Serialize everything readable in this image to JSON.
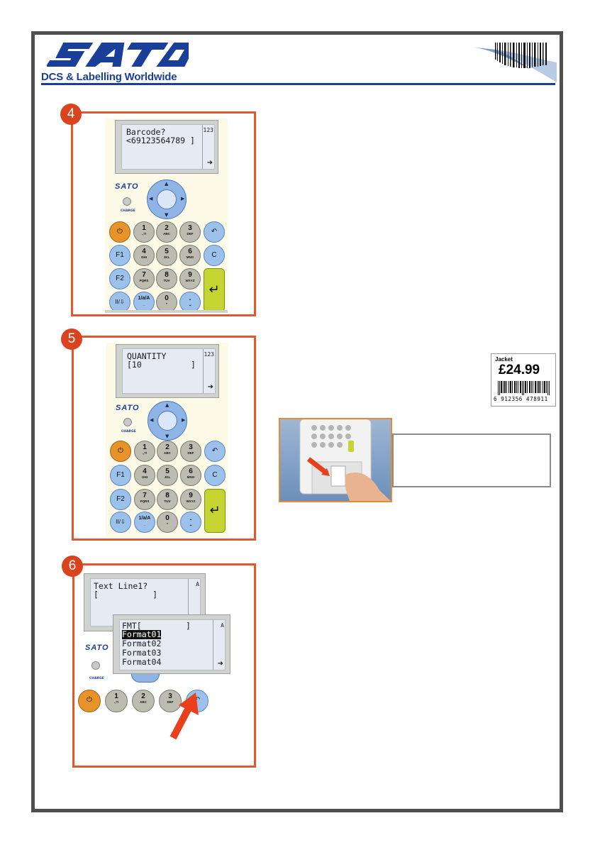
{
  "header": {
    "brand": "SATO",
    "tagline": "DCS & Labelling Worldwide"
  },
  "colors": {
    "brand_blue": "#1a3f99",
    "step_orange": "#e2572e",
    "frame_gray": "#505050"
  },
  "steps": [
    {
      "number": "4",
      "screen": {
        "line1": "Barcode?",
        "line2": "<69123564789 ]",
        "mode": "123",
        "arrow_icon": "enter-arrow-icon"
      }
    },
    {
      "number": "5",
      "screen": {
        "line1": "QUANTITY",
        "line2": "[10          ]",
        "mode": "123",
        "arrow_icon": "enter-arrow-icon"
      }
    },
    {
      "number": "6",
      "screen_back": {
        "line1": "Text Line1?",
        "line2": "[           ]",
        "mode": "A"
      },
      "screen_front": {
        "line1": "FMT[         ]",
        "items": [
          "Format01",
          "Format02",
          "Format03",
          "Format04"
        ],
        "selected": "Format01",
        "mode": "A"
      }
    }
  ],
  "keypad": {
    "brand": "SATO",
    "charge": "CHARGE",
    "rows": [
      [
        {
          "type": "orange",
          "main": "⏻",
          "sub": "",
          "icon": "power-icon"
        },
        {
          "type": "num",
          "main": "1",
          "sub": ".,?!"
        },
        {
          "type": "num",
          "main": "2",
          "sub": "ABC"
        },
        {
          "type": "num",
          "main": "3",
          "sub": "DEF"
        },
        {
          "type": "blue",
          "main": "↶",
          "sub": "",
          "icon": "back-icon"
        }
      ],
      [
        {
          "type": "blue",
          "main": "F1",
          "sub": ""
        },
        {
          "type": "num",
          "main": "4",
          "sub": "GHI"
        },
        {
          "type": "num",
          "main": "5",
          "sub": "JKL"
        },
        {
          "type": "num",
          "main": "6",
          "sub": "MNO"
        },
        {
          "type": "blue",
          "main": "C",
          "sub": ""
        }
      ],
      [
        {
          "type": "blue",
          "main": "F2",
          "sub": ""
        },
        {
          "type": "num",
          "main": "7",
          "sub": "PQRS"
        },
        {
          "type": "num",
          "main": "8",
          "sub": "TUV"
        },
        {
          "type": "num",
          "main": "9",
          "sub": "WXYZ"
        }
      ],
      [
        {
          "type": "blue",
          "main": "II/⇩",
          "sub": "",
          "icon": "feed-icon"
        },
        {
          "type": "blue",
          "main": "1/a/A",
          "sub": "_"
        },
        {
          "type": "num",
          "main": "0",
          "sub": "*"
        },
        {
          "type": "blue",
          "main": ".",
          "sub": "␣"
        }
      ]
    ],
    "enter": "↵"
  },
  "label": {
    "name": "Jacket",
    "price": "£24.99",
    "digits": "6 912356 478911"
  }
}
